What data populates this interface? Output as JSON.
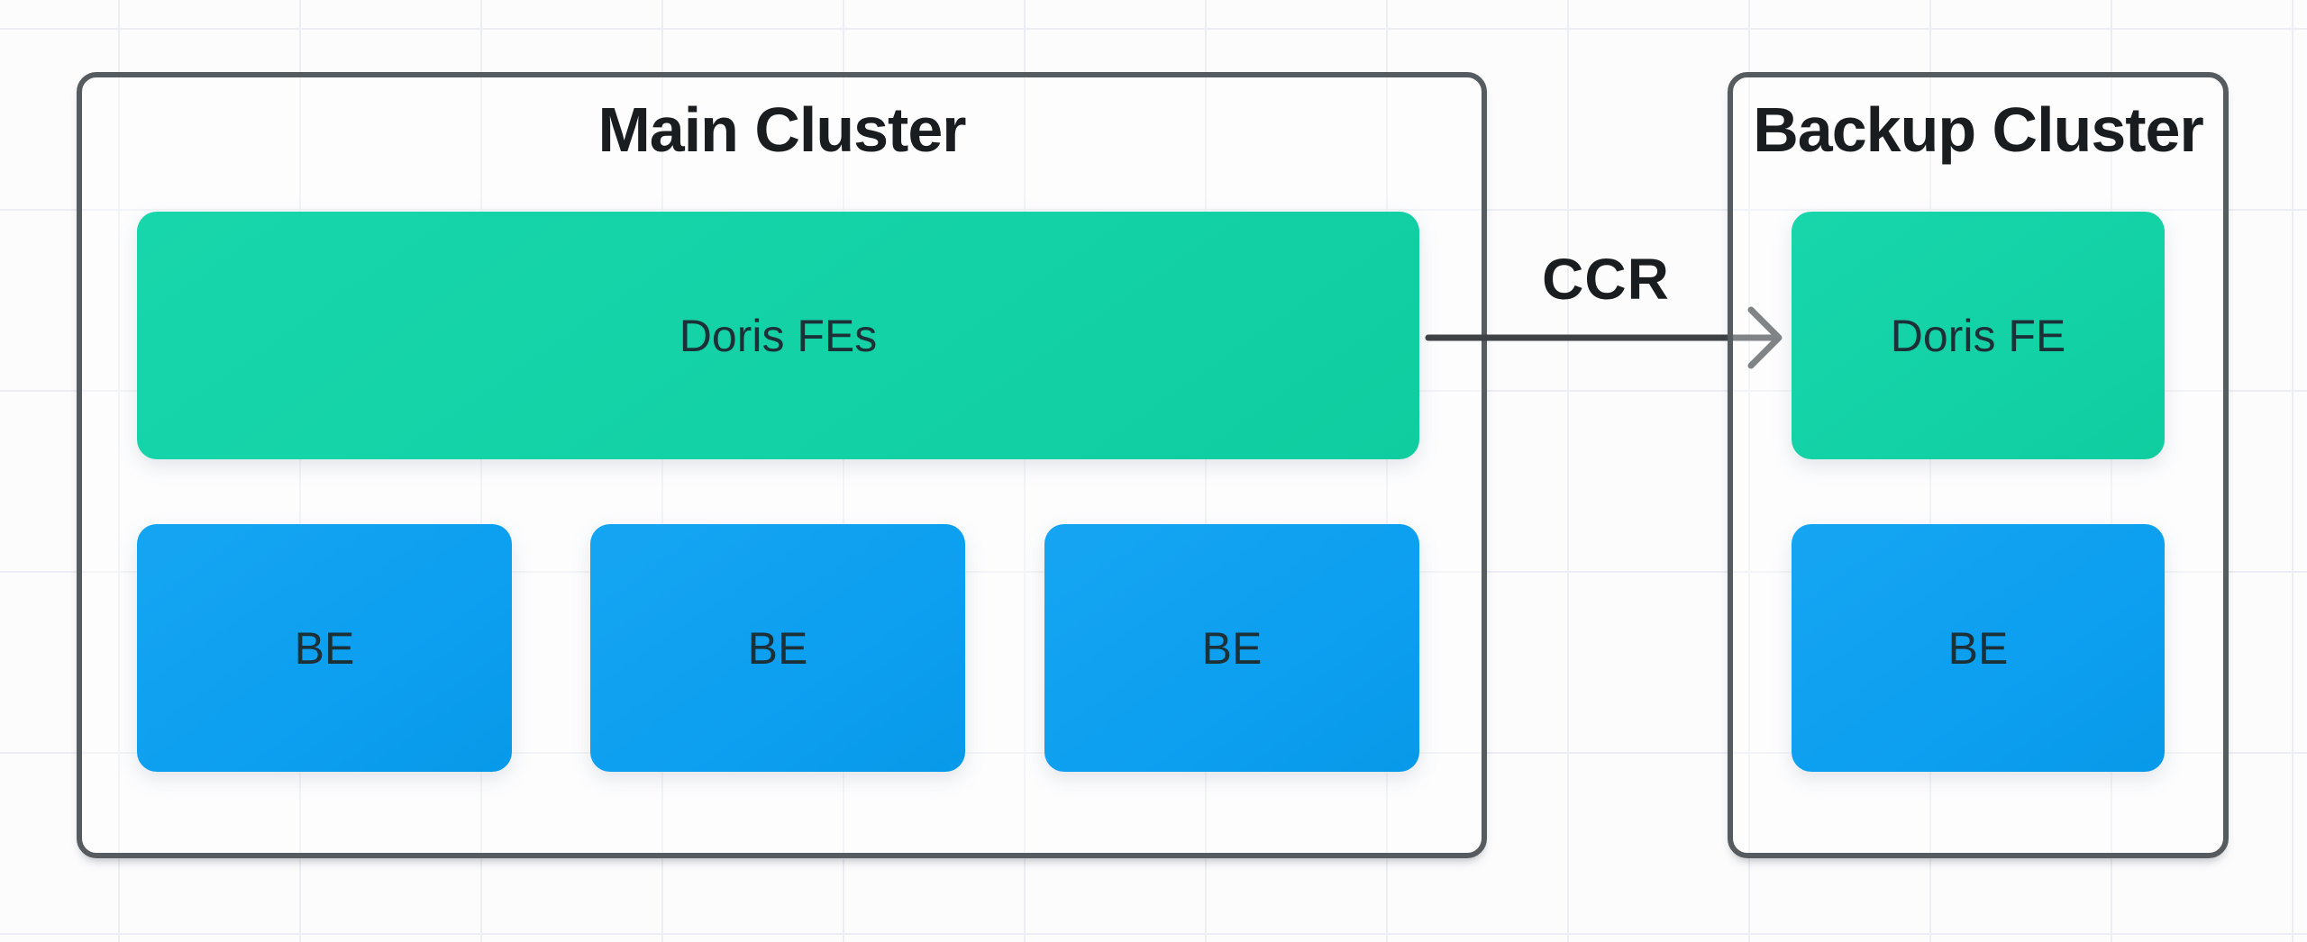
{
  "diagram": {
    "main_cluster": {
      "title": "Main Cluster",
      "fe_box": {
        "label": "Doris FEs"
      },
      "be_boxes": [
        {
          "label": "BE"
        },
        {
          "label": "BE"
        },
        {
          "label": "BE"
        }
      ]
    },
    "backup_cluster": {
      "title": "Backup Cluster",
      "fe_box": {
        "label": "Doris FE"
      },
      "be_boxes": [
        {
          "label": "BE"
        }
      ]
    },
    "replication_arrow": {
      "label": "CCR",
      "direction": "main-to-backup"
    },
    "colors": {
      "fe-green": "#13d2a6",
      "be-blue": "#0d9ff0",
      "border-gray": "#565b5f",
      "arrow-dark": "#3e4245",
      "title-text": "#1a1d20",
      "box-text": "#1c3038",
      "page-bg": "#fcfcfd",
      "grid-line": "#eceef3"
    }
  }
}
